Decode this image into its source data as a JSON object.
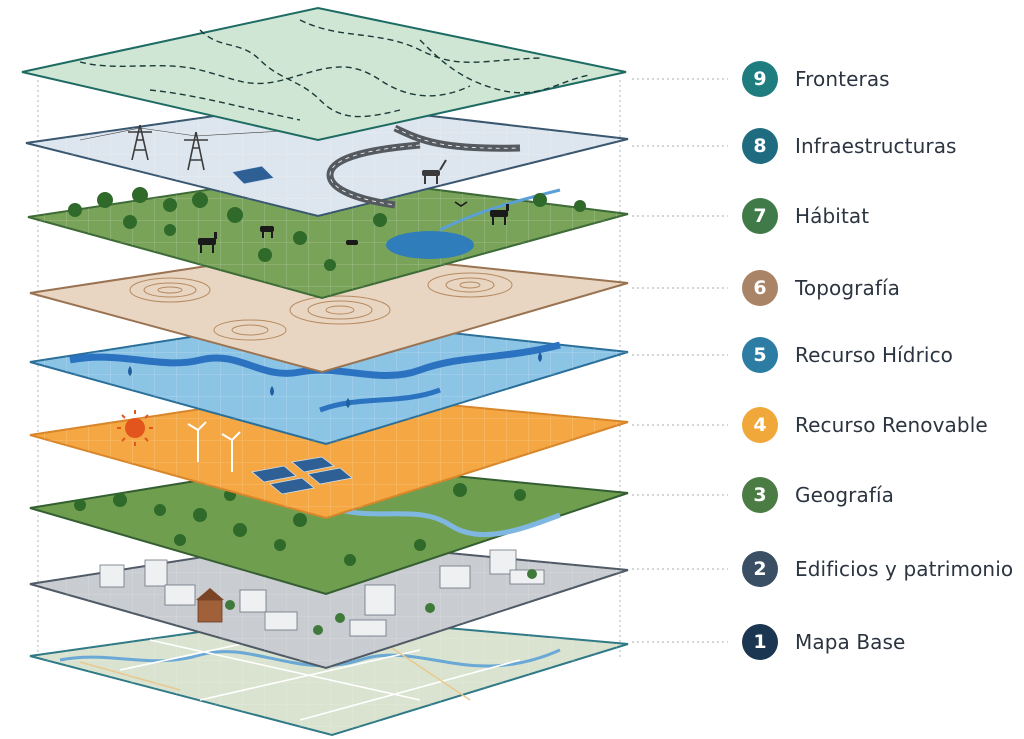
{
  "legend": [
    {
      "number": "9",
      "label": "Fronteras",
      "color": "#1f7d80"
    },
    {
      "number": "8",
      "label": "Infraestructuras",
      "color": "#1f6c80"
    },
    {
      "number": "7",
      "label": "Hábitat",
      "color": "#3f7a48"
    },
    {
      "number": "6",
      "label": "Topografía",
      "color": "#a98466"
    },
    {
      "number": "5",
      "label": "Recurso Hídrico",
      "color": "#2c7ca3"
    },
    {
      "number": "4",
      "label": "Recurso Renovable",
      "color": "#f0a83a"
    },
    {
      "number": "3",
      "label": "Geografía",
      "color": "#4a7c44"
    },
    {
      "number": "2",
      "label": "Edificios y patrimonio",
      "color": "#3a4f63"
    },
    {
      "number": "1",
      "label": "Mapa Base",
      "color": "#1b3650"
    }
  ],
  "layers": [
    {
      "id": "fronteras",
      "fill": "#cfe6d4",
      "edge": "#1e6b63",
      "icons": []
    },
    {
      "id": "infraestructuras",
      "fill": "#dde6ee",
      "edge": "#3a5770",
      "icons": [
        "power-tower-icon",
        "power-tower-icon",
        "solar-panel-icon",
        "road-icon",
        "deer-icon"
      ]
    },
    {
      "id": "habitat",
      "fill": "#7aa35a",
      "edge": "#3c6b36",
      "icons": [
        "tree-icon",
        "deer-icon",
        "fox-icon",
        "bird-icon",
        "lake-icon"
      ]
    },
    {
      "id": "topografia",
      "fill": "#e8d6c2",
      "edge": "#9a7352",
      "icons": [
        "contour-lines-icon"
      ]
    },
    {
      "id": "recurso-hidrico",
      "fill": "#8cc4e6",
      "edge": "#2a6f99",
      "icons": [
        "river-icon",
        "water-drop-icon"
      ]
    },
    {
      "id": "recurso-renovable",
      "fill": "#f4a742",
      "edge": "#d9862a",
      "icons": [
        "sun-icon",
        "wind-turbine-icon",
        "wind-turbine-icon",
        "solar-panel-icon"
      ]
    },
    {
      "id": "geografia",
      "fill": "#6f9e4e",
      "edge": "#355f32",
      "icons": [
        "forest-icon",
        "river-icon"
      ]
    },
    {
      "id": "edificios",
      "fill": "#c9ccd0",
      "edge": "#4f5a66",
      "icons": [
        "building-icon",
        "church-icon",
        "tree-icon"
      ]
    },
    {
      "id": "mapa-base",
      "fill": "#d9e3cf",
      "edge": "#2f7a86",
      "icons": [
        "river-icon",
        "road-network-icon"
      ]
    }
  ]
}
